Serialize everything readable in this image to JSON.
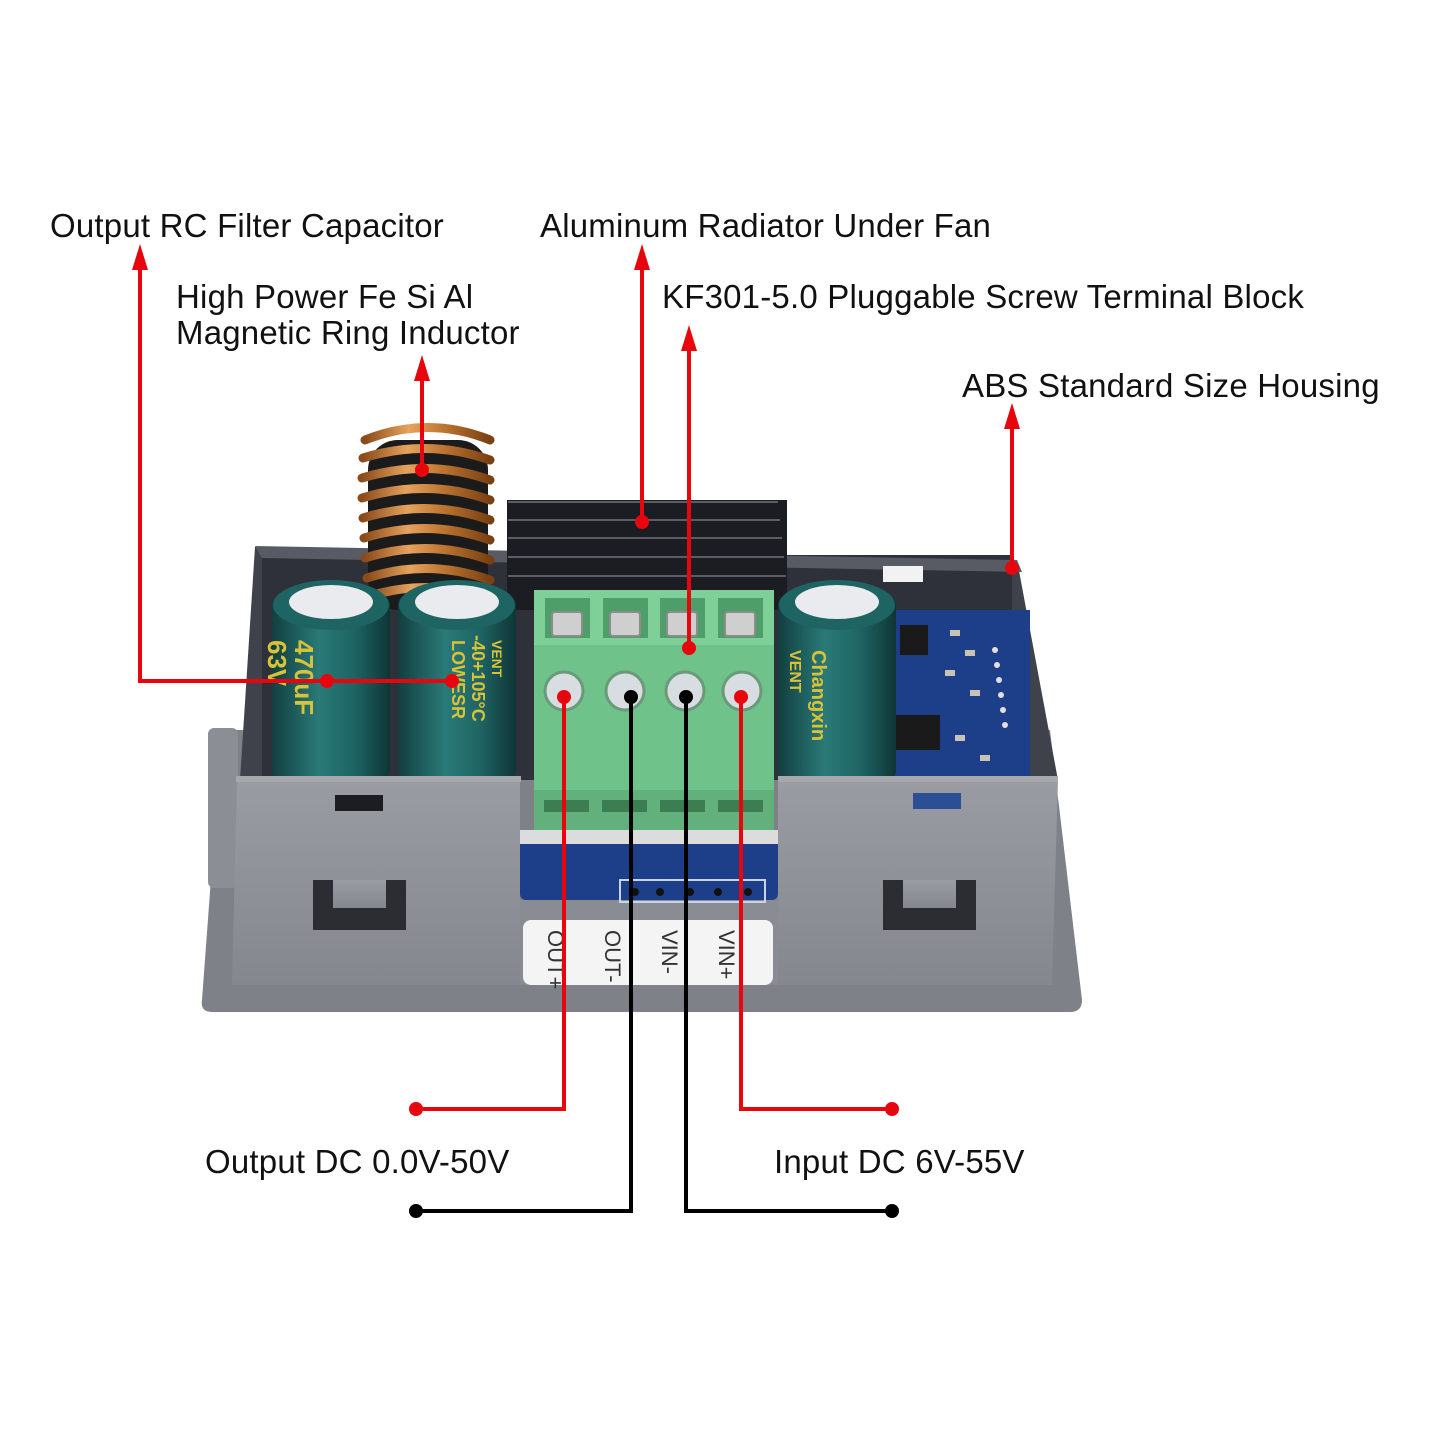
{
  "callouts": {
    "output_rc_filter_capacitor": "Output RC Filter Capacitor",
    "inductor_line1": "High Power Fe Si Al",
    "inductor_line2": "Magnetic Ring Inductor",
    "radiator": "Aluminum Radiator Under  Fan",
    "terminal_block": "KF301-5.0 Pluggable Screw Terminal Block",
    "housing": "ABS Standard Size Housing",
    "output_dc": "Output DC 0.0V-50V",
    "input_dc": "Input DC 6V-55V"
  },
  "terminal_labels": [
    "OUT+",
    "OUT-",
    "VIN-",
    "VIN+"
  ],
  "capacitor_markings": {
    "left_value": "470uF",
    "left_voltage": "63V",
    "mid_temp": "-40+105°C",
    "mid_type": "LOWESR",
    "mid_vent": "VENT",
    "right_brand": "Changxin",
    "right_vent": "VENT"
  },
  "colors": {
    "leader_red": "#e8060e",
    "leader_black": "#000000",
    "housing_gray": "#8a8d94",
    "terminal_green": "#6fc28a",
    "capacitor_teal": "#1e6463",
    "pcb_blue": "#1d3f8a",
    "copper": "#c27a35"
  }
}
